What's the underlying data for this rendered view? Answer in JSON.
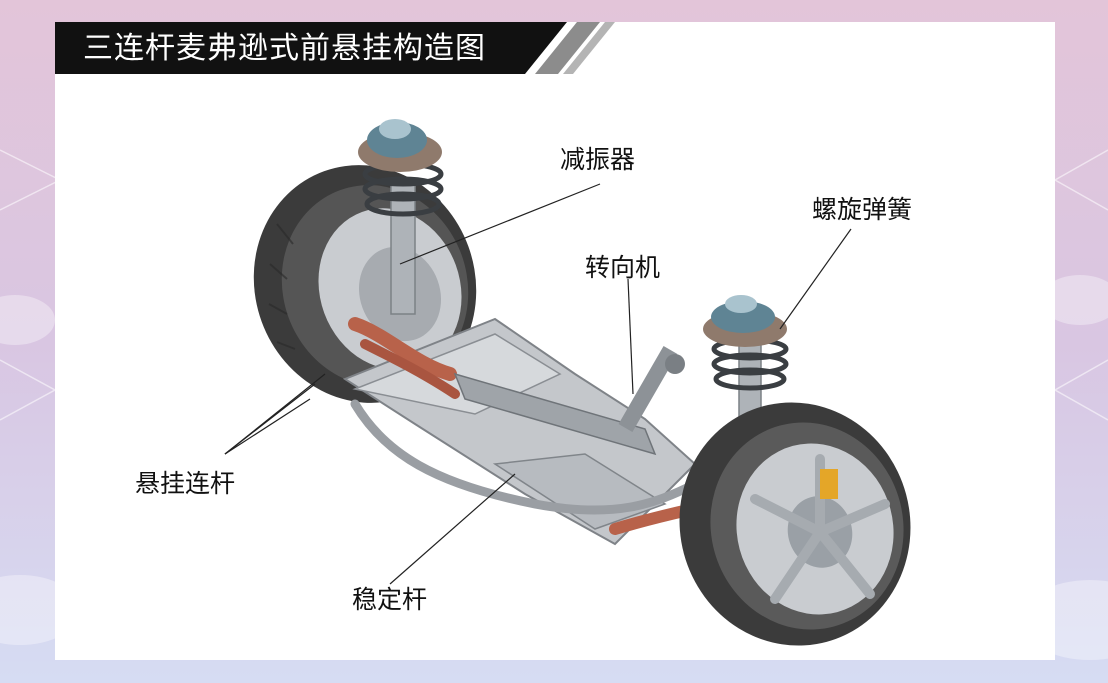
{
  "title": "三连杆麦弗逊式前悬挂构造图",
  "labels": {
    "shock_absorber": "减振器",
    "coil_spring": "螺旋弹簧",
    "steering_gear": "转向机",
    "suspension_links": "悬挂连杆",
    "stabilizer_bar": "稳定杆"
  },
  "colors": {
    "banner": "#111111",
    "banner_stripe": "#8a8a8a",
    "card": "#ffffff",
    "metal": "#b9bcc0",
    "tire": "#3a3a3a",
    "link_arm": "#b8624a",
    "strut_top": "#5a7f91"
  }
}
